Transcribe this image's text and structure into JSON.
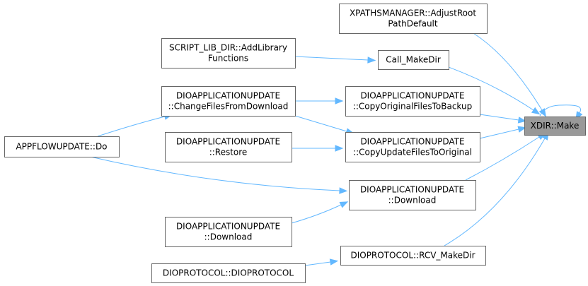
{
  "graph": {
    "edge_color": "#63b8ff",
    "focus_fill": "#999999",
    "nodes": {
      "xdir_make": [
        "XDIR::Make"
      ],
      "xpaths_adjust": [
        "XPATHSMANAGER::AdjustRoot",
        "PathDefault"
      ],
      "script_lib": [
        "SCRIPT_LIB_DIR::AddLibrary",
        "Functions"
      ],
      "call_makedir": [
        "Call_MakeDir"
      ],
      "dio_change": [
        "DIOAPPLICATIONUPDATE",
        "::ChangeFilesFromDownload"
      ],
      "dio_copy_backup": [
        "DIOAPPLICATIONUPDATE",
        "::CopyOriginalFilesToBackup"
      ],
      "dio_restore": [
        "DIOAPPLICATIONUPDATE",
        "::Restore"
      ],
      "dio_copy_update": [
        "DIOAPPLICATIONUPDATE",
        "::CopyUpdateFilesToOriginal"
      ],
      "appflow_do": [
        "APPFLOWUPDATE::Do"
      ],
      "dio_download_mid": [
        "DIOAPPLICATIONUPDATE",
        "::Download"
      ],
      "dio_download_left": [
        "DIOAPPLICATIONUPDATE",
        "::Download"
      ],
      "dioprotocol_rcv": [
        "DIOPROTOCOL::RCV_MakeDir"
      ],
      "dioprotocol_ctor": [
        "DIOPROTOCOL::DIOPROTOCOL"
      ]
    },
    "edges": [
      [
        "xdir_make",
        "xdir_make"
      ],
      [
        "xpaths_adjust",
        "xdir_make"
      ],
      [
        "call_makedir",
        "xdir_make"
      ],
      [
        "dio_copy_backup",
        "xdir_make"
      ],
      [
        "dio_copy_update",
        "xdir_make"
      ],
      [
        "dio_download_mid",
        "xdir_make"
      ],
      [
        "dioprotocol_rcv",
        "xdir_make"
      ],
      [
        "script_lib",
        "call_makedir"
      ],
      [
        "dio_change",
        "dio_copy_backup"
      ],
      [
        "dio_change",
        "dio_copy_update"
      ],
      [
        "dio_restore",
        "dio_copy_update"
      ],
      [
        "appflow_do",
        "dio_change"
      ],
      [
        "appflow_do",
        "dio_download_mid"
      ],
      [
        "dio_download_left",
        "dio_download_mid"
      ],
      [
        "dioprotocol_ctor",
        "dioprotocol_rcv"
      ]
    ]
  }
}
